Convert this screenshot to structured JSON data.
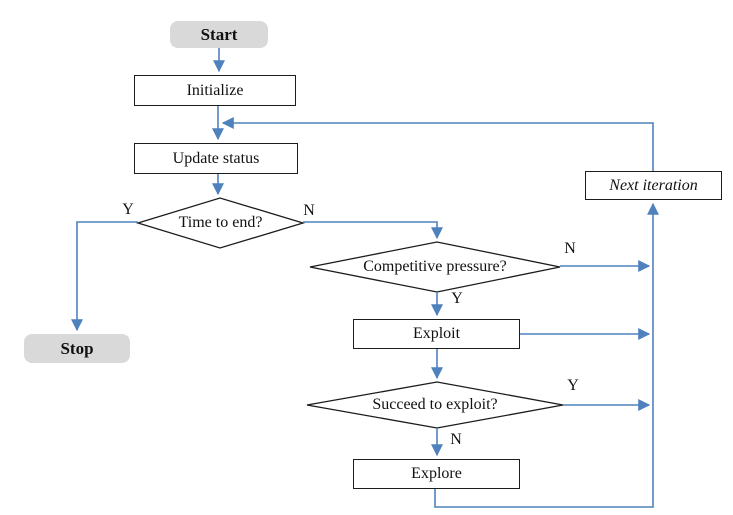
{
  "diagram": {
    "type": "flowchart",
    "colors": {
      "edge_line": "#4f81bd",
      "node_border": "#1c1c1c",
      "node_fill": "#ffffff",
      "terminal_fill": "#d9d9d9"
    },
    "nodes": {
      "start": {
        "label": "Start",
        "type": "terminal"
      },
      "initialize": {
        "label": "Initialize",
        "type": "process"
      },
      "update_status": {
        "label": "Update status",
        "type": "process"
      },
      "time_to_end": {
        "label": "Time to end?",
        "type": "decision"
      },
      "stop": {
        "label": "Stop",
        "type": "terminal"
      },
      "competitive_pressure": {
        "label": "Competitive pressure?",
        "type": "decision"
      },
      "exploit": {
        "label": "Exploit",
        "type": "process"
      },
      "succeed_to_exploit": {
        "label": "Succeed to exploit?",
        "type": "decision"
      },
      "explore": {
        "label": "Explore",
        "type": "process"
      },
      "next_iteration": {
        "label": "Next iteration",
        "type": "process"
      }
    },
    "edge_labels": {
      "time_to_end_yes": "Y",
      "time_to_end_no": "N",
      "competitive_pressure_no": "N",
      "competitive_pressure_yes": "Y",
      "succeed_to_exploit_yes": "Y",
      "succeed_to_exploit_no": "N"
    }
  }
}
